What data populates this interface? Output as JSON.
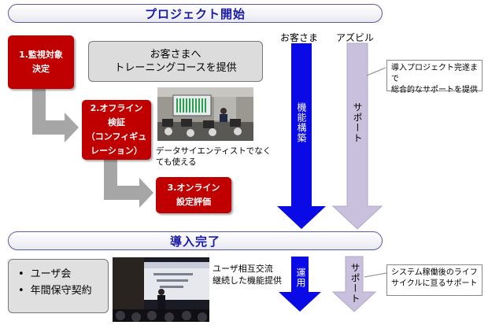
{
  "banners": {
    "start": "プロジェクト開始",
    "done": "導入完了"
  },
  "columns": {
    "customer": "お客さま",
    "azbil": "アズビル"
  },
  "steps": [
    {
      "label": "1.監視対象\n決定"
    },
    {
      "label": "2.オフライン\n検証\n（コンフィギュ\nレーション）"
    },
    {
      "label": "3.オンライン\n設定評価"
    }
  ],
  "training_box": "お客さまへ\nトレーニングコースを提供",
  "photo_caption": "データサイエンティストでなく\nても使える",
  "arrows": {
    "customer_top": "機能構築",
    "azbil_top": "サポート",
    "customer_bottom": "運用",
    "azbil_bottom": "サポート"
  },
  "callouts": {
    "top": "導入プロジェクト完遂まで\n総合的なサポートを提供",
    "bottom": "システム稼働後のライフ\nサイクルに亘るサポート"
  },
  "bullets": [
    "ユーザ会",
    "年間保守契約"
  ],
  "user_exchange": "ユーザ相互交流\n継続した機能提供",
  "colors": {
    "step_red": "#c00000",
    "customer_blue": "#0a0ae6",
    "support_lavender": "#c8c0dc",
    "flow_gray": "#a6a6a6",
    "banner_text": "#1a1aa8"
  },
  "icons": [
    "flow-arrow",
    "down-arrow"
  ]
}
